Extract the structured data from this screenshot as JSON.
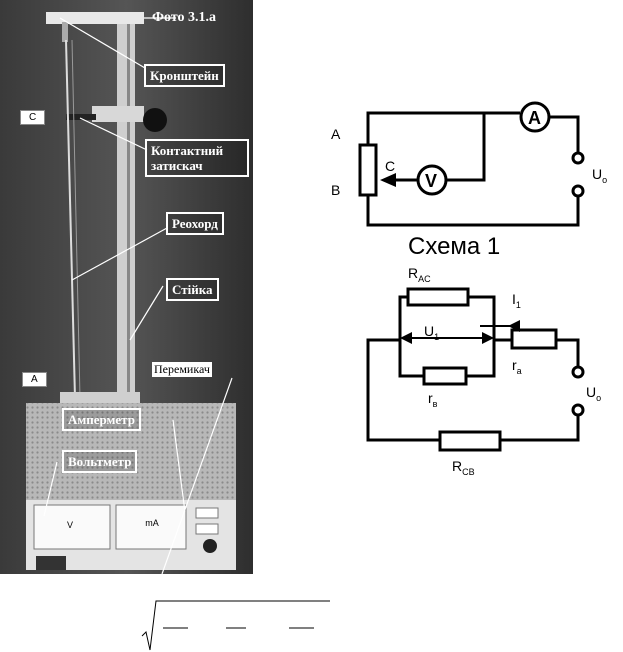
{
  "photo": {
    "title": "Фото 3.1.a",
    "labels": {
      "bracket": "Кронштейн",
      "clamp": "Контактний затискач",
      "rheochord": "Реохорд",
      "stand": "Стійка",
      "switch": "Перемикач",
      "ammeter": "Амперметр",
      "voltmeter": "Вольтметр"
    },
    "markers": {
      "c": "C",
      "a": "A"
    },
    "meters": {
      "v": "V",
      "ma": "mA"
    }
  },
  "scheme1": {
    "caption": "Схема 1",
    "point_a": "A",
    "point_b": "B",
    "point_c": "C",
    "ammeter": "A",
    "voltmeter": "V",
    "source": "U",
    "source_sub": "o"
  },
  "scheme2": {
    "r_ac": "R",
    "r_ac_sub": "AC",
    "current": "I",
    "current_sub": "1",
    "voltage": "U",
    "voltage_sub": "1",
    "r_a": "r",
    "r_a_sub": "a",
    "r_v": "r",
    "r_v_sub": "в",
    "source": "U",
    "source_sub": "o",
    "r_cb": "R",
    "r_cb_sub": "CB"
  }
}
